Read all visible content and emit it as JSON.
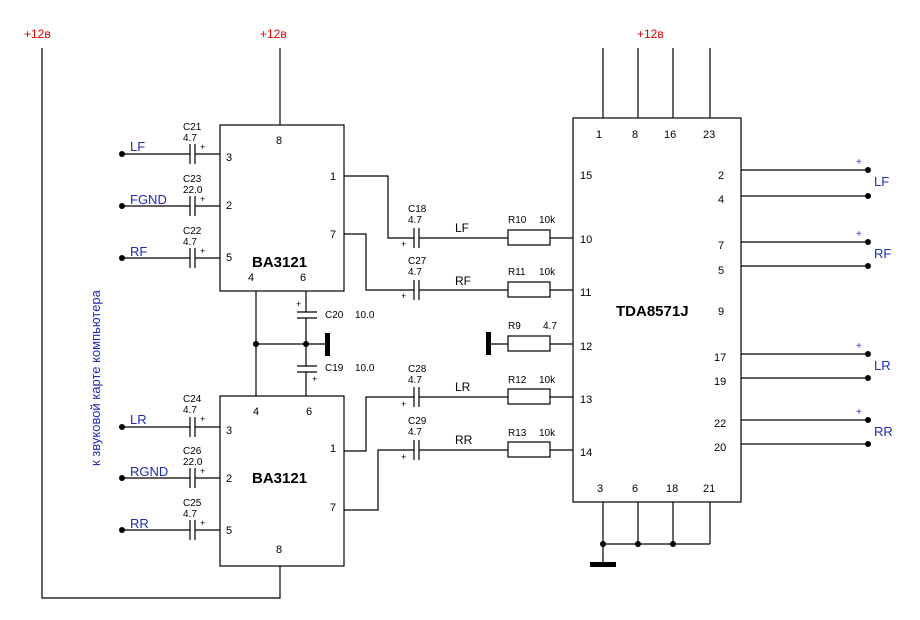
{
  "power": {
    "label": "+12в"
  },
  "side_note": "к звуковой карте компьютера",
  "chips": {
    "u1": {
      "name": "BA3121",
      "pins": {
        "top": "8",
        "p1": "1",
        "p7": "7",
        "p3": "3",
        "p2": "2",
        "p5": "5",
        "p4": "4",
        "p6": "6"
      }
    },
    "u2": {
      "name": "BA3121",
      "pins": {
        "top4": "4",
        "top6": "6",
        "p3": "3",
        "p2": "2",
        "p5": "5",
        "p1": "1",
        "p7": "7",
        "bot8": "8"
      }
    },
    "u3": {
      "name": "TDA8571J",
      "top_pins": [
        "1",
        "8",
        "16",
        "23"
      ],
      "left_pins": {
        "p15": "15",
        "p10": "10",
        "p11": "11",
        "p12": "12",
        "p13": "13",
        "p14": "14"
      },
      "right_pins": {
        "p2": "2",
        "p4": "4",
        "p7": "7",
        "p5": "5",
        "p9": "9",
        "p17": "17",
        "p19": "19",
        "p22": "22",
        "p20": "20"
      },
      "bottom_pins": [
        "3",
        "6",
        "18",
        "21"
      ]
    }
  },
  "inputs": {
    "lf": "LF",
    "fgnd": "FGND",
    "rf": "RF",
    "lr": "LR",
    "rgnd": "RGND",
    "rr": "RR"
  },
  "capacitors": {
    "c21": {
      "ref": "C21",
      "value": "4.7"
    },
    "c23": {
      "ref": "C23",
      "value": "22.0"
    },
    "c22": {
      "ref": "C22",
      "value": "4.7"
    },
    "c24": {
      "ref": "C24",
      "value": "4.7"
    },
    "c26": {
      "ref": "C26",
      "value": "22.0"
    },
    "c25": {
      "ref": "C25",
      "value": "4.7"
    },
    "c18": {
      "ref": "C18",
      "value": "4.7"
    },
    "c27": {
      "ref": "C27",
      "value": "4.7"
    },
    "c28": {
      "ref": "C28",
      "value": "4.7"
    },
    "c29": {
      "ref": "C29",
      "value": "4.7"
    },
    "c20": {
      "ref": "C20",
      "value": "10.0"
    },
    "c19": {
      "ref": "C19",
      "value": "10.0"
    }
  },
  "resistors": {
    "r10": {
      "ref": "R10",
      "value": "10k"
    },
    "r11": {
      "ref": "R11",
      "value": "10k"
    },
    "r9": {
      "ref": "R9",
      "value": "4.7"
    },
    "r12": {
      "ref": "R12",
      "value": "10k"
    },
    "r13": {
      "ref": "R13",
      "value": "10k"
    }
  },
  "mid_signals": {
    "lf": "LF",
    "rf": "RF",
    "lr": "LR",
    "rr": "RR"
  },
  "outputs": {
    "lf": "LF",
    "rf": "RF",
    "lr": "LR",
    "rr": "RR",
    "plus": "+"
  },
  "plus_sign": "+"
}
